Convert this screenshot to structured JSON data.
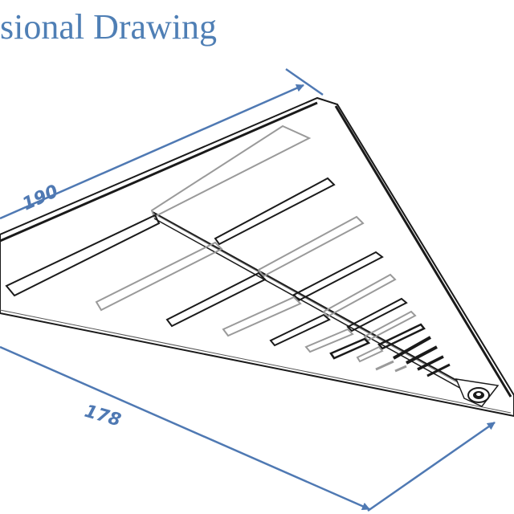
{
  "title": "sional Drawing",
  "dimensions": {
    "top_edge": "190",
    "bottom_edge": "178"
  },
  "colors": {
    "title": "#4f7fb5",
    "dimension": "#4f79b3",
    "outline": "#1a1a1a",
    "element_light": "#9a9a9a"
  }
}
